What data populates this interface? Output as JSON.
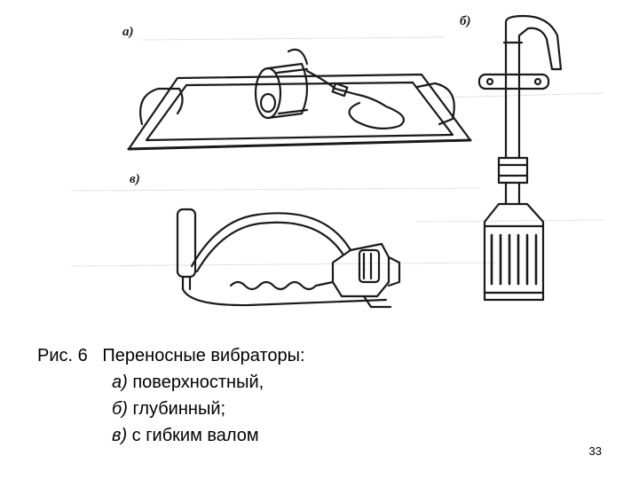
{
  "figure": {
    "label_a": "а)",
    "label_b": "б)",
    "label_v": "в)"
  },
  "caption": {
    "title": "Рис. 6   Переносные вибраторы:",
    "items": [
      {
        "letter": "а)",
        "text": " поверхностный,"
      },
      {
        "letter": "б)",
        "text": " глубинный;"
      },
      {
        "letter": "в)",
        "text": " с гибким валом"
      }
    ]
  },
  "page_number": "33"
}
